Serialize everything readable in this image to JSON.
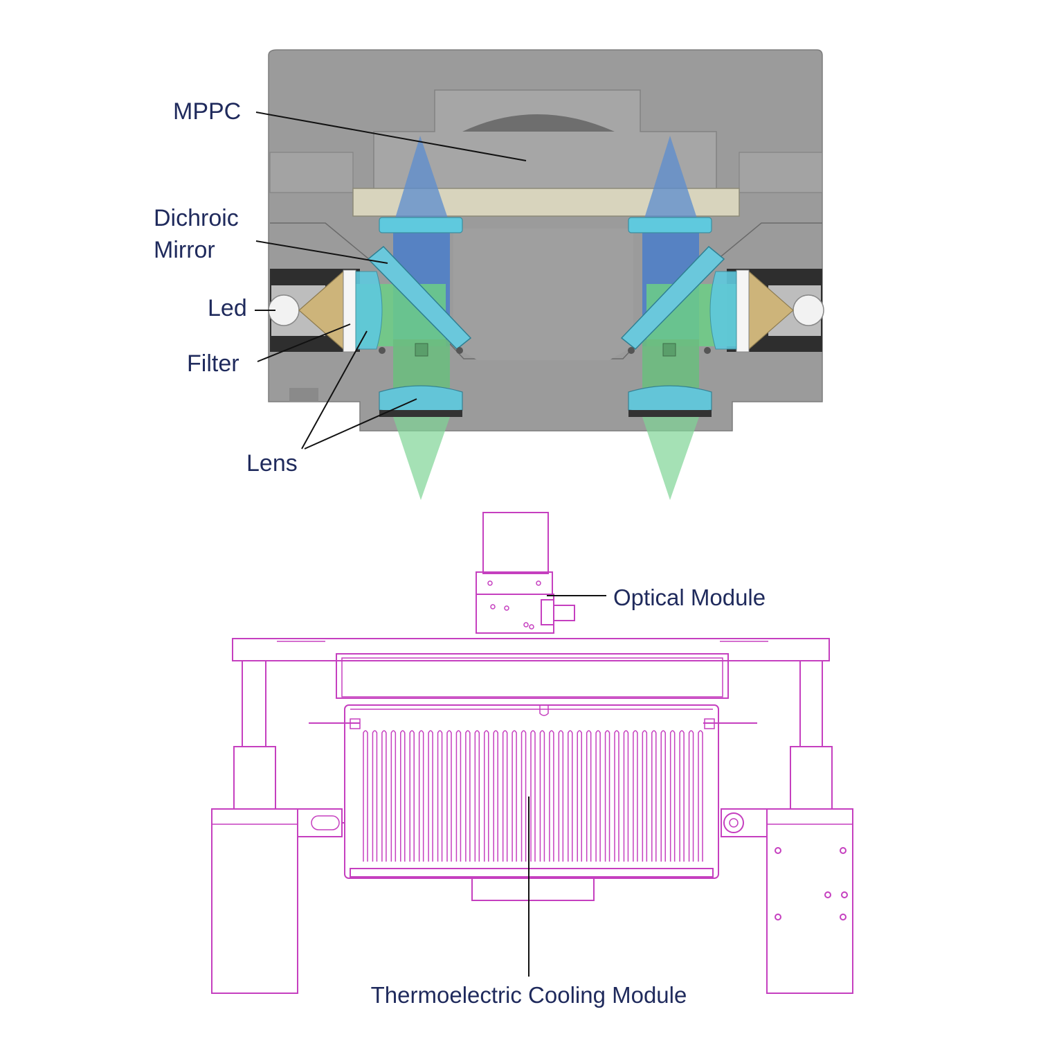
{
  "labels": {
    "mppc": "MPPC",
    "dichroic_line1": "Dichroic",
    "dichroic_line2": "Mirror",
    "led": "Led",
    "filter": "Filter",
    "lens": "Lens",
    "optical_module": "Optical Module",
    "thermoelectric_cooling_module": "Thermoelectric Cooling Module"
  },
  "colors": {
    "housing_gray": "#9a9a9a",
    "blue_beam": "#4f7fc8",
    "green_beam": "#5fd07a",
    "cyan_parts": "#5fc9de",
    "led_gold": "#c9b27a",
    "drawing_magenta": "#c53fbf",
    "label_navy": "#1f2a5c"
  }
}
